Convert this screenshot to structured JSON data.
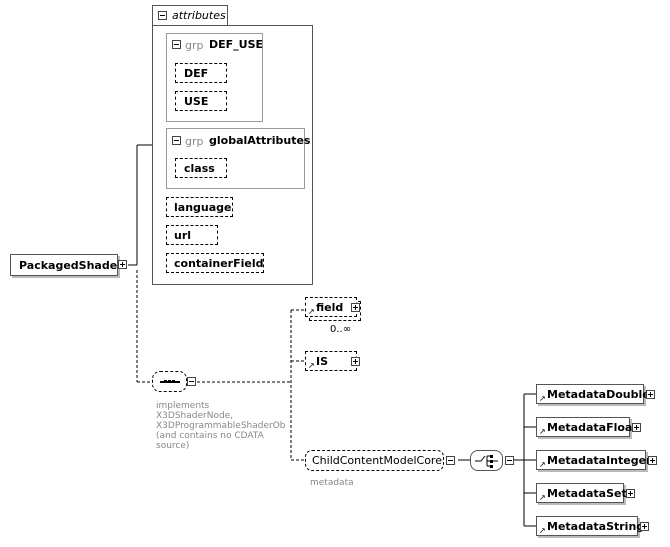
{
  "attributes": {
    "title": "attributes",
    "group_def_use": {
      "prefix": "grp",
      "name": "DEF_USE",
      "items": [
        "DEF",
        "USE"
      ]
    },
    "group_global": {
      "prefix": "grp",
      "name": "globalAttributes",
      "items": [
        "class"
      ]
    },
    "loose": [
      "language",
      "url",
      "containerField"
    ]
  },
  "root": {
    "name": "PackagedShader"
  },
  "sequence": {
    "note_lines": [
      "implements",
      "X3DShaderNode,",
      "X3DProgrammableShaderOb",
      "(and contains no CDATA",
      "source)"
    ]
  },
  "children": {
    "field": {
      "name": "field",
      "occurs": "0..∞"
    },
    "is": {
      "name": "IS"
    },
    "child_group": {
      "name": "ChildContentModelCore",
      "note": "metadata"
    }
  },
  "choice_items": [
    "MetadataDouble",
    "MetadataFloat",
    "MetadataInteger",
    "MetadataSet",
    "MetadataString"
  ]
}
